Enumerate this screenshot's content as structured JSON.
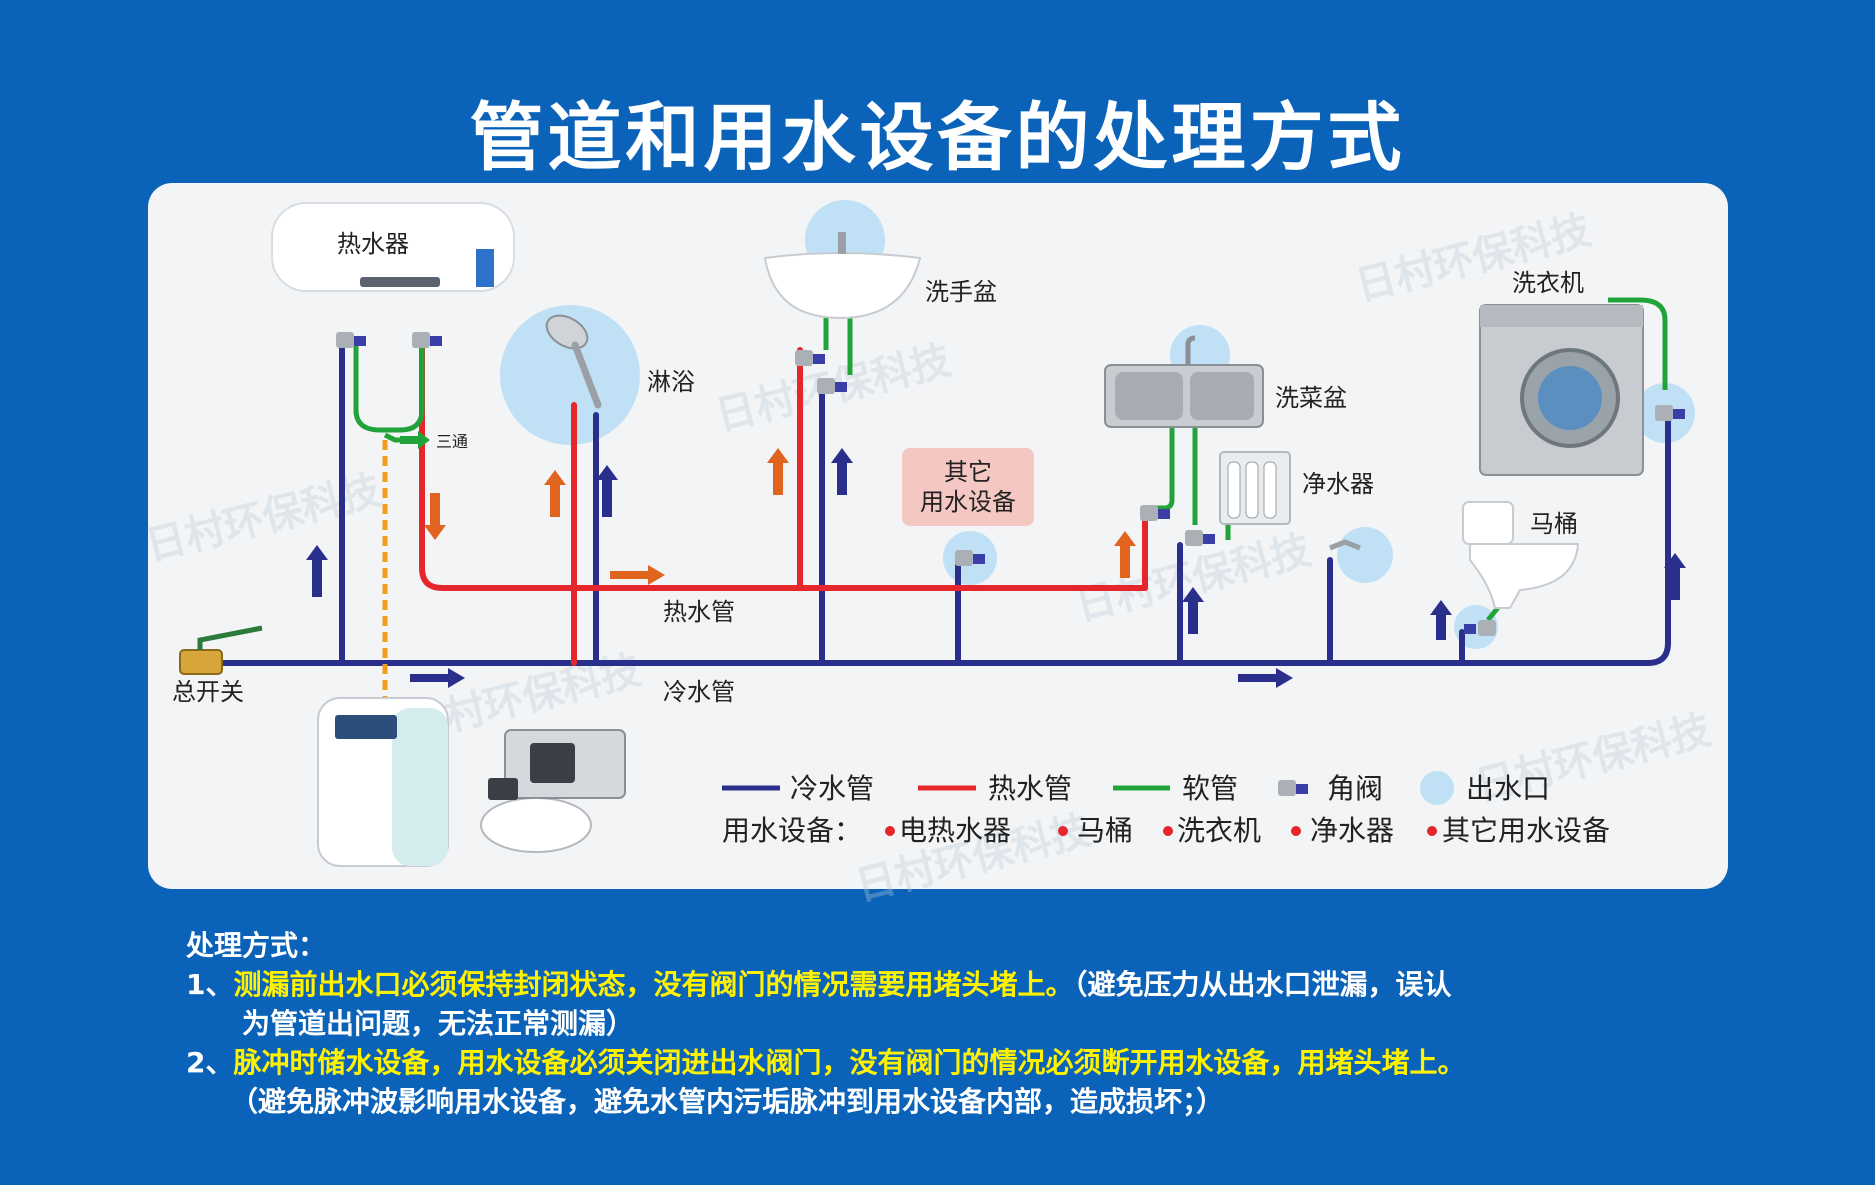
{
  "title": "管道和用水设备的处理方式",
  "watermark": "日村环保科技",
  "labels": {
    "water_heater_name": "热水器",
    "tee": "三通",
    "shower": "淋浴",
    "hand_basin": "洗手盆",
    "other_device_line1": "其它",
    "other_device_line2": "用水设备",
    "vegetable_basin": "洗菜盆",
    "water_purifier": "净水器",
    "washing_machine": "洗衣机",
    "toilet": "马桶",
    "hot_pipe": "热水管",
    "cold_pipe": "冷水管",
    "main_switch": "总开关"
  },
  "legend": {
    "cold": "冷水管",
    "hot": "热水管",
    "hose": "软管",
    "angle_valve": "角阀",
    "outlet": "出水口",
    "devices_prefix": "用水设备：",
    "devices": [
      "电热水器",
      "马桶",
      "洗衣机",
      "净水器",
      "其它用水设备"
    ]
  },
  "instructions": {
    "heading": "处理方式：",
    "item1_num": "1、",
    "item1_highlight": "测漏前出水口必须保持封闭状态，没有阀门的情况需要用堵头堵上。",
    "item1_note_a": "（避免压力从出水口泄漏，误认",
    "item1_note_b": "为管道出问题，无法正常测漏）",
    "item2_num": "2、",
    "item2_highlight": "脉冲时储水设备，用水设备必须关闭进出水阀门，没有阀门的情况必须断开用水设备，用堵头堵上。",
    "item2_note": "（避免脉冲波影响用水设备，避免水管内污垢脉冲到用水设备内部，造成损坏；）"
  },
  "colors": {
    "background": "#0a63b8",
    "panel": "#f3f4f6",
    "cold_pipe": "#2b2f8c",
    "hot_pipe": "#e5262b",
    "hose": "#22a33a",
    "arrow_orange": "#e0641e",
    "outlet_circle": "#bfe0f5",
    "highlight_text": "#fff200",
    "legend_dot": "#e5262b"
  }
}
